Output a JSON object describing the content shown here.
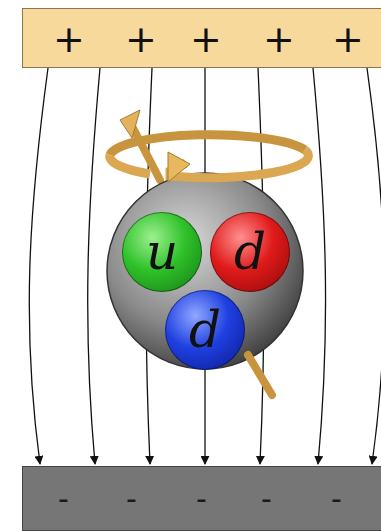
{
  "diagram": {
    "nodes": [
      {
        "text": [
          "+",
          "+",
          "+",
          "+",
          "+"
        ]
      },
      {
        "text": [
          "u"
        ]
      },
      {
        "text": [
          "d"
        ]
      },
      {
        "text": [
          "d"
        ]
      },
      {
        "text": [
          "-",
          "-",
          "-",
          "-",
          "-"
        ]
      }
    ],
    "edges": [
      {
        "from": 0,
        "to": 4,
        "arrow": "to"
      },
      {
        "from": 0,
        "to": 4,
        "arrow": "to"
      },
      {
        "from": 0,
        "to": 4,
        "arrow": "to"
      },
      {
        "from": 0,
        "to": 4,
        "arrow": "to"
      },
      {
        "from": 0,
        "to": 4,
        "arrow": "to"
      },
      {
        "from": 0,
        "to": 4,
        "arrow": "to"
      },
      {
        "from": 0,
        "to": 4,
        "arrow": "to"
      }
    ]
  }
}
